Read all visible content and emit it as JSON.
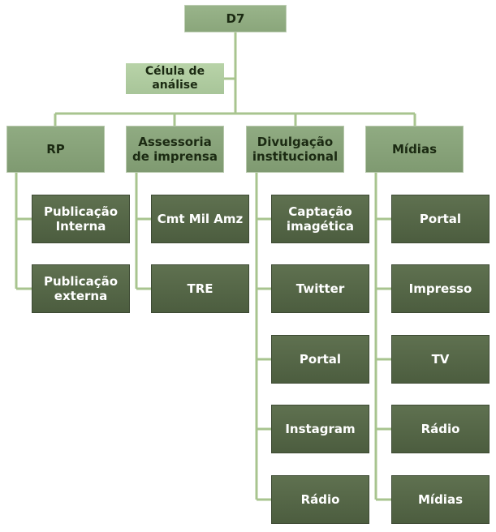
{
  "root": {
    "label": "D7"
  },
  "analysis_cell": {
    "label": "Célula de\nanálise"
  },
  "departments": [
    {
      "label": "RP",
      "items": [
        "Publicação\nInterna",
        "Publicação\nexterna"
      ]
    },
    {
      "label": "Assessoria\nde imprensa",
      "items": [
        "Cmt Mil Amz",
        "TRE"
      ]
    },
    {
      "label": "Divulgação\ninstitucional",
      "items": [
        "Captação\nimagética",
        "Twitter",
        "Portal",
        "Instagram",
        "Rádio"
      ]
    },
    {
      "label": "Mídias",
      "items": [
        "Portal",
        "Impresso",
        "TV",
        "Rádio",
        "Mídias"
      ]
    }
  ],
  "colors": {
    "connector": "#a8c48f",
    "leaf": "#56684a",
    "department": "#869f78",
    "root": "#92ae84",
    "analysis_cell": "#b3cea4"
  }
}
